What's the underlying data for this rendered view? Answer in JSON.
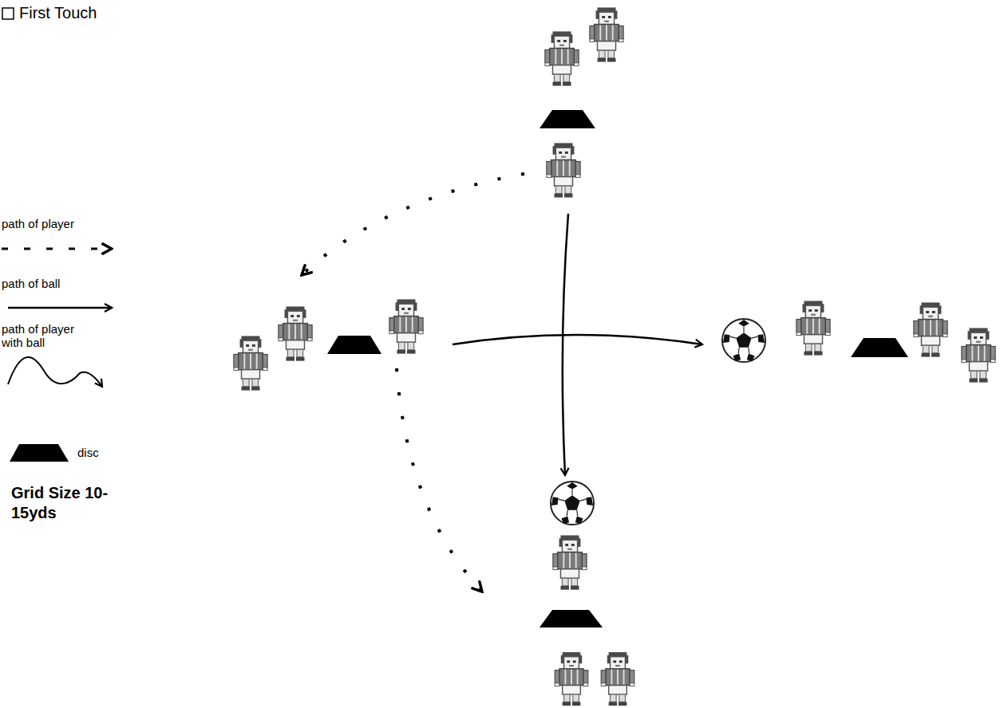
{
  "diagram": {
    "title": "First Touch",
    "labels": [
      "Grid Size 10-15yds"
    ],
    "legend": [
      {
        "text": "path of player"
      },
      {
        "text": "path of ball"
      },
      {
        "text": "path of player with ball"
      },
      {
        "text": "disc"
      }
    ]
  }
}
